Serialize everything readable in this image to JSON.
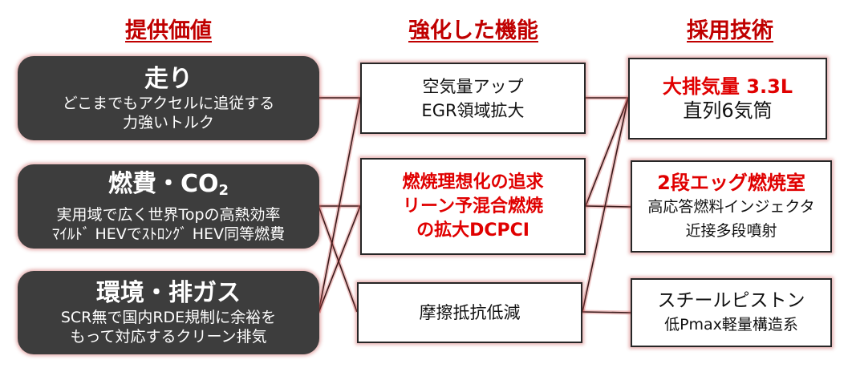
{
  "headings": {
    "value": "提供価値",
    "function": "強化した機能",
    "technology": "採用技術"
  },
  "values": [
    {
      "title": "走り",
      "title_sub": "",
      "lines": [
        "どこまでもアクセルに追従する",
        "力強いトルク"
      ]
    },
    {
      "title": "燃費・CO",
      "title_sub": "2",
      "lines": [
        "実用域で広く世界Topの高熱効率",
        "ﾏｲﾙﾄﾞ HEVでｽﾄﾛﾝｸﾞ HEV同等燃費"
      ]
    },
    {
      "title": "環境・排ガス",
      "title_sub": "",
      "lines": [
        "SCR無で国内RDE規制に余裕を",
        "もって対応するクリーン排気"
      ]
    }
  ],
  "functions": [
    {
      "lines": [
        "空気量アップ",
        "EGR領域拡大"
      ],
      "highlight": false
    },
    {
      "lines": [
        "燃焼理想化の追求",
        "リーン予混合燃焼",
        "の拡大DCPCI"
      ],
      "highlight": true
    },
    {
      "lines": [
        "摩擦抵抗低減"
      ],
      "highlight": false
    }
  ],
  "technologies": [
    {
      "highlight": "大排気量 3.3L",
      "lines": [
        "直列6気筒"
      ]
    },
    {
      "highlight": "2段エッグ燃焼室",
      "lines": [
        "高応答燃料インジェクタ",
        "近接多段噴射"
      ]
    },
    {
      "highlight": "",
      "lines": [
        "スチールピストン",
        "低Pmax軽量構造系"
      ]
    }
  ],
  "connections": {
    "value_to_function": [
      [
        0,
        0
      ],
      [
        1,
        1
      ],
      [
        1,
        2
      ],
      [
        2,
        0
      ],
      [
        2,
        1
      ]
    ],
    "function_to_technology": [
      [
        0,
        0
      ],
      [
        1,
        0
      ],
      [
        1,
        1
      ],
      [
        2,
        0
      ],
      [
        2,
        2
      ]
    ]
  },
  "colors": {
    "accent": "#c00000",
    "highlight_text": "#e00000",
    "dark_box": "#3d3d3d",
    "line": "#3a1a1a"
  }
}
